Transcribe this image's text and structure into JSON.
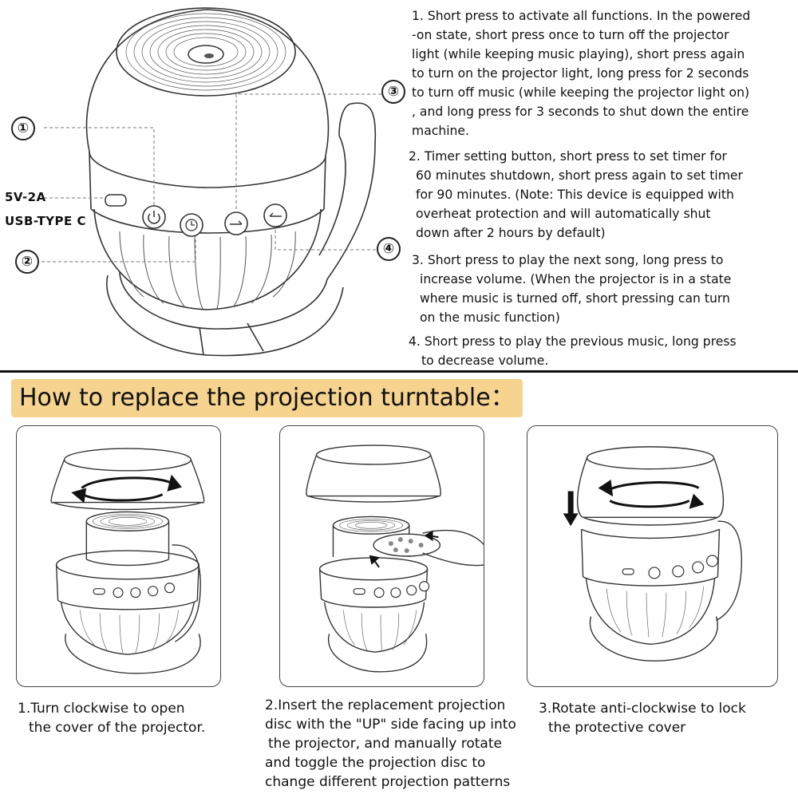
{
  "top": {
    "callouts": [
      "①",
      "②",
      "③",
      "④"
    ],
    "port_label_1": "5V-2A",
    "port_label_2": "USB-TYPE C",
    "instructions": [
      [
        "1. Short press to activate all functions. In the powered",
        "-on state, short press once to turn off the projector",
        "light (while keeping music playing), short press again",
        "to turn on the projector light, long press for 2 seconds",
        "to turn off music (while keeping the projector light on)",
        ", and long press for 3 seconds to shut down the entire",
        "machine."
      ],
      [
        "2.  Timer setting button, short press to set timer for",
        "60 minutes shutdown, short press again to set timer",
        "for 90 minutes. (Note: This device is equipped with",
        "overheat protection and will automatically shut",
        "down after 2 hours by default)"
      ],
      [
        "3. Short press to play the next song, long press to",
        "increase volume. (When the projector is in a state",
        "where music is turned off, short pressing can turn",
        "on the music function)"
      ],
      [
        "4. Short press to play the previous music, long press",
        "to decrease volume."
      ]
    ]
  },
  "section_title": "How to replace the projection turntable：",
  "steps": [
    {
      "caption": [
        "1.Turn clockwise to open",
        "the cover of the projector."
      ]
    },
    {
      "caption": [
        "2.Insert the replacement projection",
        "disc with the \"UP\" side facing up into",
        "the projector, and manually rotate",
        "and toggle the projection disc to",
        "change different projection patterns"
      ]
    },
    {
      "caption": [
        "3.Rotate anti-clockwise to lock",
        "the protective cover"
      ]
    }
  ]
}
